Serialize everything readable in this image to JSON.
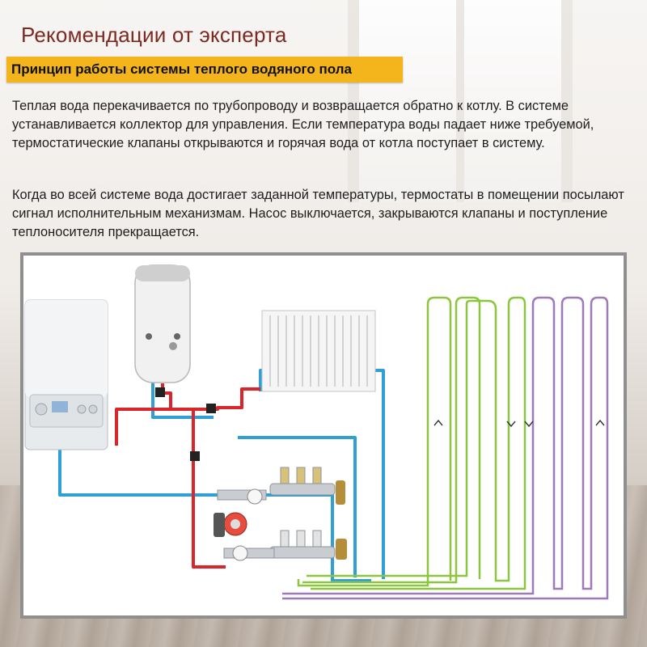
{
  "header": {
    "title": "Рекомендации от эксперта",
    "subtitle": "Принцип работы системы теплого водяного пола"
  },
  "content": {
    "paragraph1": "Теплая вода перекачивается по трубопроводу и возвращается обратно к котлу. В системе устанавливается коллектор для управления. Если температура воды падает ниже требуемой, термостатические клапаны открываются и горячая вода от котла поступает в систему.",
    "paragraph2": "Когда во всей системе вода достигает заданной температуры, термостаты в помещении посылают сигнал исполнительным механизмам. Насос выключается, закрываются клапаны и поступление теплоносителя прекращается."
  },
  "colors": {
    "accent_bar": "#f3b51b",
    "title_color": "#7b2a21",
    "pipe_hot": "#d9262b",
    "pipe_cold": "#2f9fd6",
    "loop_green": "#8cc63f",
    "loop_purple": "#a07ab8"
  },
  "diagram": {
    "components": [
      "boiler-icon",
      "water-tank-icon",
      "radiator-icon",
      "manifold-icon",
      "pump-icon",
      "floor-loops-icon"
    ]
  }
}
